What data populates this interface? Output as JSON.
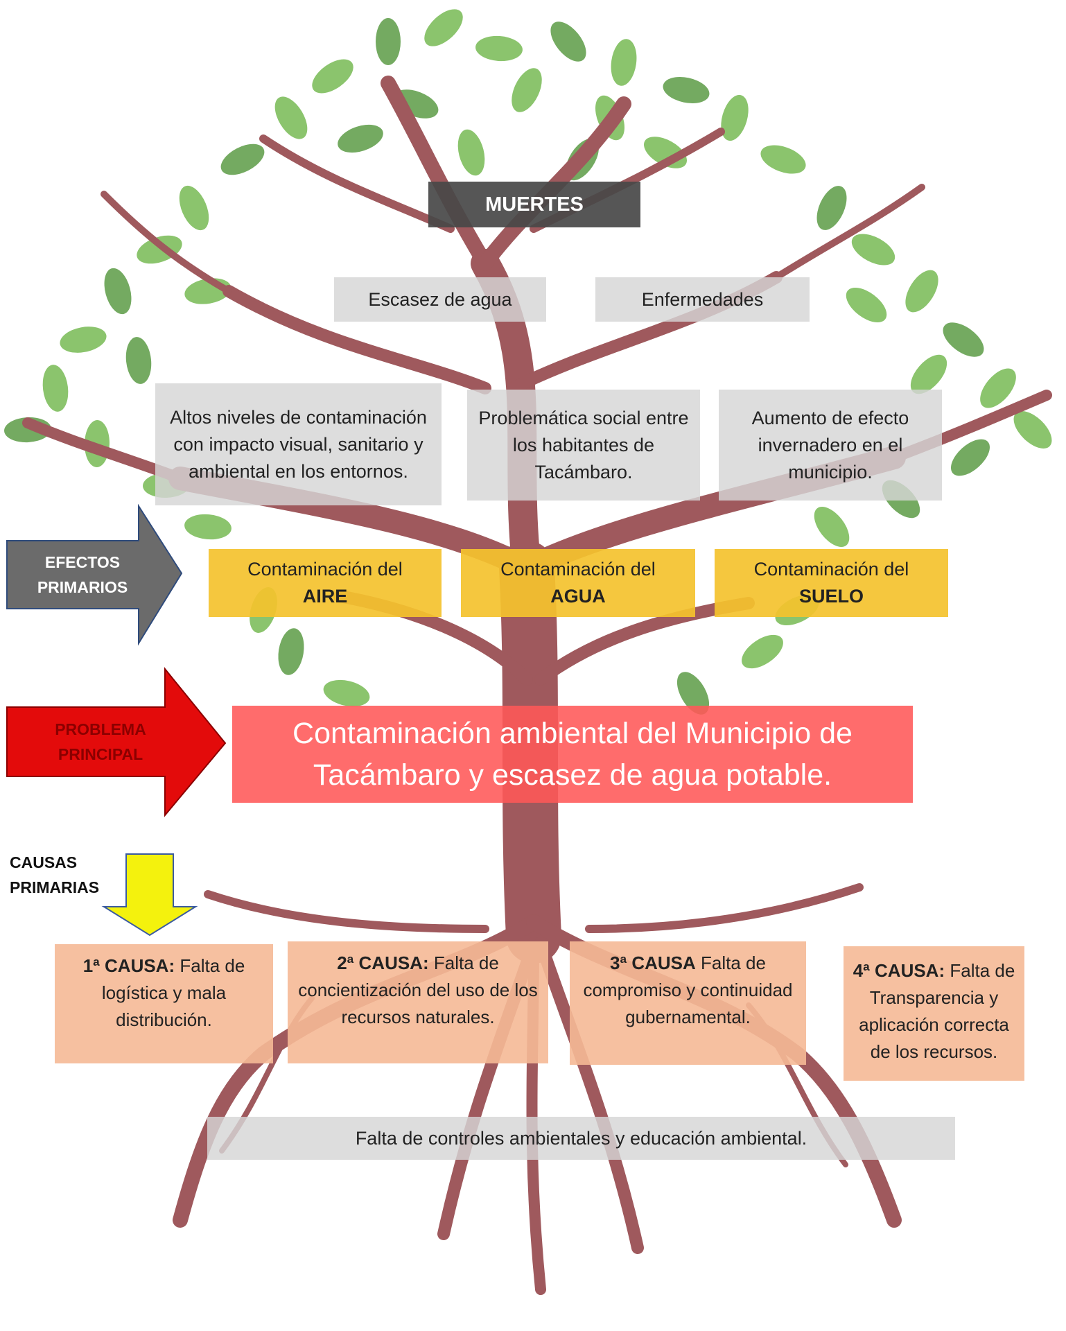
{
  "colors": {
    "trunk": "#7a1a1f",
    "leaf": "#5fae35",
    "leaf_dark": "#3f8a25",
    "arrow_efectos": "#6b6b6b",
    "arrow_problema": "#e30b0b",
    "arrow_causas": "#f4f20d"
  },
  "tree": {
    "muertes": "MUERTES",
    "escasez": "Escasez de agua",
    "enfermedades": "Enfermedades",
    "secondary_effects": [
      "Altos niveles de contaminación con impacto visual, sanitario y ambiental en los entornos.",
      "Problemática social entre los habitantes de Tacámbaro.",
      "Aumento de efecto invernadero en el municipio."
    ]
  },
  "efectos": {
    "label_line1": "EFECTOS",
    "label_line2": "PRIMARIOS",
    "items": [
      {
        "prefix": "Contaminación del",
        "strong": "AIRE"
      },
      {
        "prefix": "Contaminación del",
        "strong": "AGUA"
      },
      {
        "prefix": "Contaminación del",
        "strong": "SUELO"
      }
    ]
  },
  "problema": {
    "label_line1": "PROBLEMA",
    "label_line2": "PRINCIPAL",
    "text": "Contaminación ambiental del Municipio de Tacámbaro y escasez de agua potable."
  },
  "causas": {
    "label_line1": "CAUSAS",
    "label_line2": "PRIMARIAS",
    "items": [
      {
        "strong": "1ª CAUSA:",
        "text": " Falta de logística y mala distribución."
      },
      {
        "strong": "2ª CAUSA:",
        "text": " Falta de concientización del uso de los recursos naturales."
      },
      {
        "strong": "3ª CAUSA",
        "text": " Falta de compromiso y continuidad gubernamental."
      },
      {
        "strong": "4ª CAUSA:",
        "text": " Falta de Transparencia y aplicación correcta de los recursos."
      }
    ],
    "root_cause": "Falta de controles ambientales y educación ambiental."
  }
}
